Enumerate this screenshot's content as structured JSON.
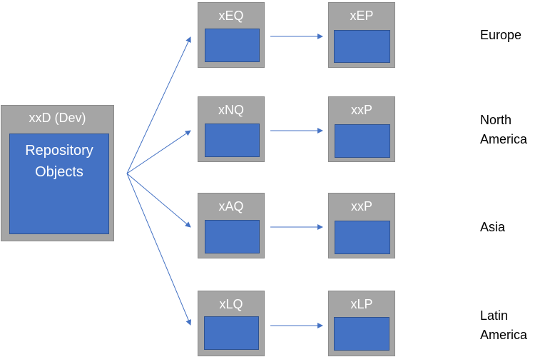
{
  "dev": {
    "title": "xxD (Dev)",
    "inner_line1": "Repository",
    "inner_line2": "Objects"
  },
  "rows": [
    {
      "quality": "xEQ",
      "production": "xEP",
      "region_line1": "Europe",
      "region_line2": ""
    },
    {
      "quality": "xNQ",
      "production": "xxP",
      "region_line1": "North",
      "region_line2": "America"
    },
    {
      "quality": "xAQ",
      "production": "xxP",
      "region_line1": "Asia",
      "region_line2": ""
    },
    {
      "quality": "xLQ",
      "production": "xLP",
      "region_line1": "Latin",
      "region_line2": "America"
    }
  ],
  "colors": {
    "box_gray": "#a5a5a5",
    "box_blue": "#4472c4",
    "arrow": "#4472c4"
  }
}
